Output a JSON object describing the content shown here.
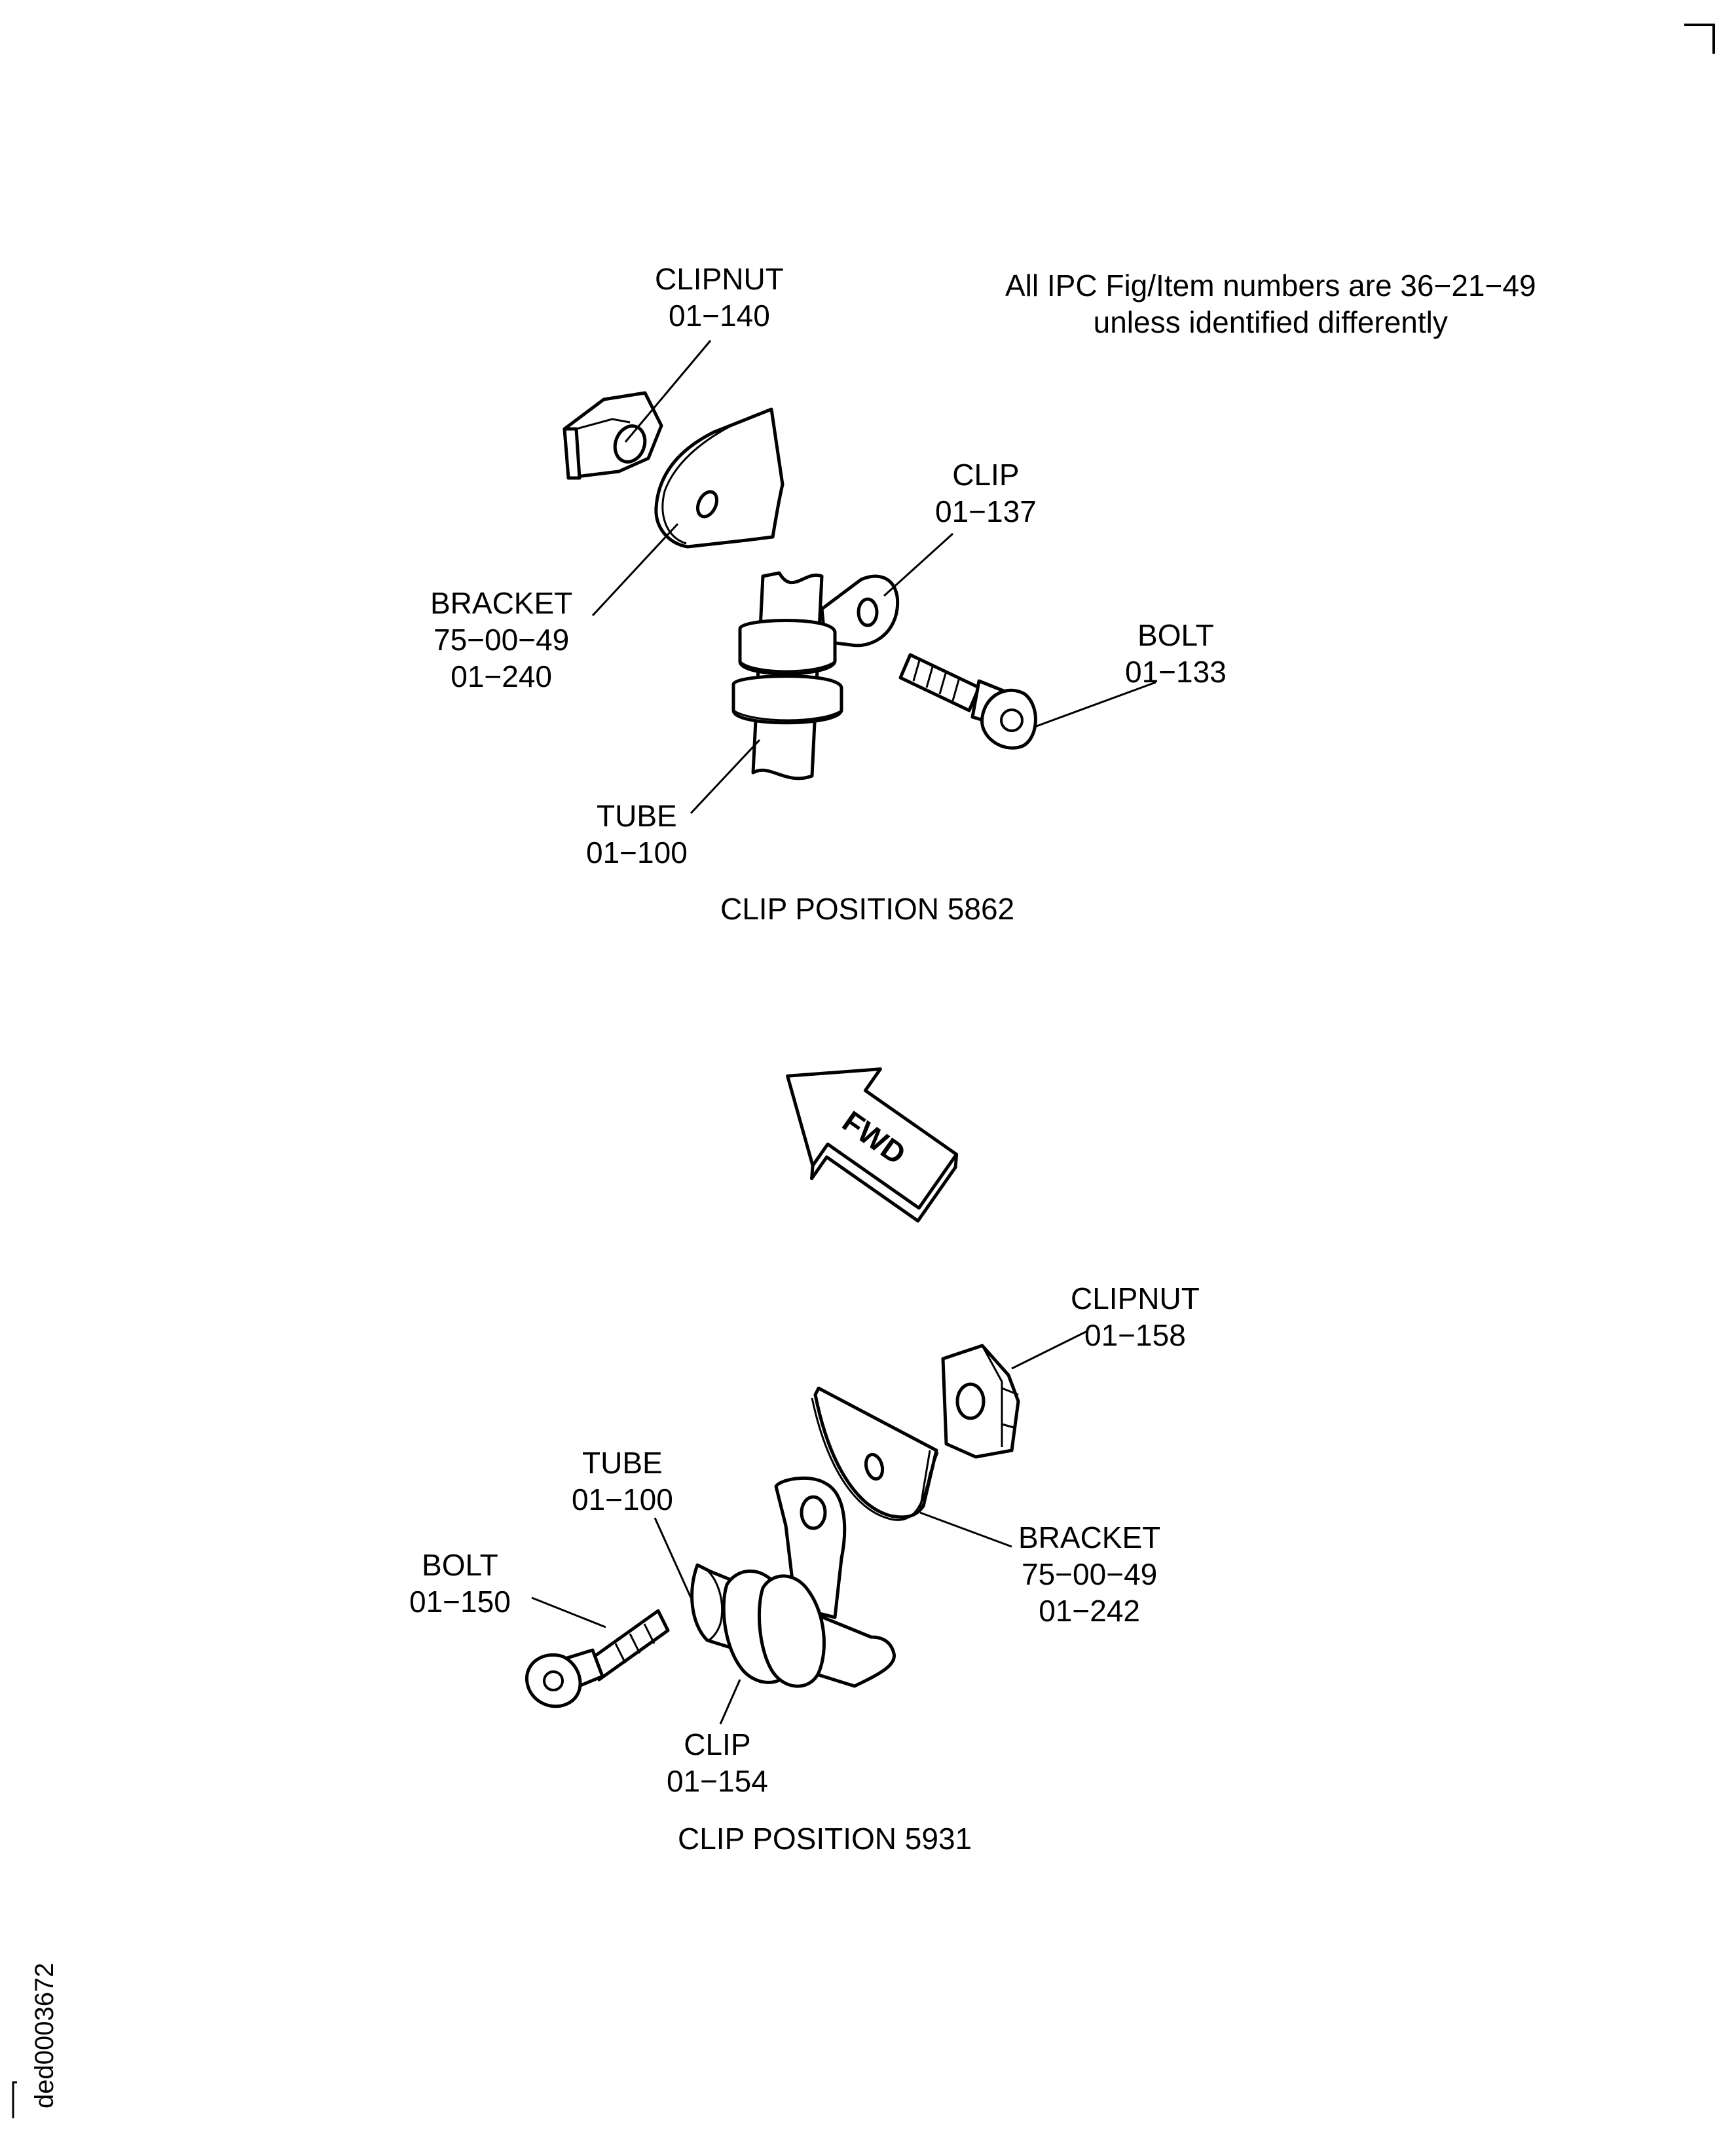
{
  "note": {
    "line1": "All IPC Fig/Item numbers are 36−21−49",
    "line2": "unless identified differently"
  },
  "top": {
    "clipnut": {
      "name": "CLIPNUT",
      "num": "01−140"
    },
    "clip": {
      "name": "CLIP",
      "num": "01−137"
    },
    "bracket": {
      "name": "BRACKET",
      "ref": "75−00−49",
      "num": "01−240"
    },
    "bolt": {
      "name": "BOLT",
      "num": "01−133"
    },
    "tube": {
      "name": "TUBE",
      "num": "01−100"
    },
    "caption": "CLIP POSITION 5862"
  },
  "arrow": {
    "label": "FWD"
  },
  "bottom": {
    "clipnut": {
      "name": "CLIPNUT",
      "num": "01−158"
    },
    "tube": {
      "name": "TUBE",
      "num": "01−100"
    },
    "bolt": {
      "name": "BOLT",
      "num": "01−150"
    },
    "bracket": {
      "name": "BRACKET",
      "ref": "75−00−49",
      "num": "01−242"
    },
    "clip": {
      "name": "CLIP",
      "num": "01−154"
    },
    "caption": "CLIP POSITION 5931"
  },
  "doc_id": "ded0003672",
  "colors": {
    "ink": "#000000",
    "paper": "#ffffff"
  }
}
